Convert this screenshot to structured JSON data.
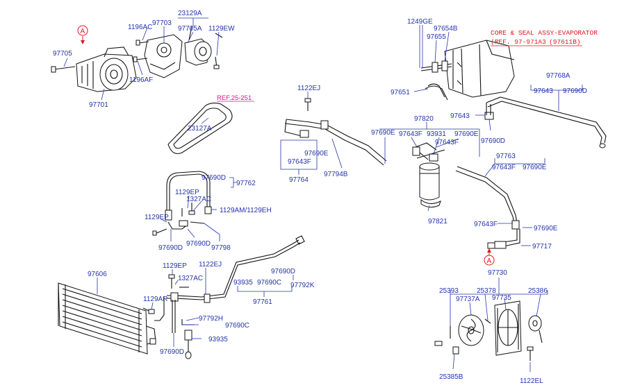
{
  "labels": {
    "p97705": "97705",
    "p1196AC": "1196AC",
    "p97703": "97703",
    "p23129A": "23129A",
    "p97705A": "97705A",
    "p1129EW": "1129EW",
    "p1196AF": "1196AF",
    "p97701": "97701",
    "p23127A": "23127A",
    "p97690D_a": "97690D",
    "p97762": "97762",
    "p1129EP_a": "1129EP",
    "p1327AC_a": "1327AC",
    "p1129AM": "1129AM/1129EH",
    "p1129EP_b": "1129EP",
    "p97690D_b": "97690D",
    "p97690D_c": "97690D",
    "p97798": "97798",
    "p97606": "97606",
    "p1129EP_c": "1129EP",
    "p1327AC_b": "1327AC",
    "p1122EJ_a": "1122EJ",
    "p97690D_d": "97690D",
    "p93935_a": "93935",
    "p97690C_a": "97690C",
    "p97792K": "97792K",
    "p97761": "97761",
    "p1129AR": "1129AR",
    "p97792H": "97792H",
    "p97690C_b": "97690C",
    "p93935_b": "93935",
    "p97690D_e": "97690D",
    "p1122EJ_b": "1122EJ",
    "p97690E_a": "97690E",
    "p97643F_a": "97643F",
    "p97764": "97764",
    "p97794B": "97794B",
    "p1249GE": "1249GE",
    "p97654B": "97654B",
    "p97655": "97655",
    "p97651": "97651",
    "p97820": "97820",
    "p97690E_b": "97690E",
    "p97643F_b": "97643F",
    "p93931": "93931",
    "p97690E_c": "97690E",
    "p97643F_c": "97643F",
    "p97643": "97643",
    "p97690D_f": "97690D",
    "p97768A": "97768A",
    "p97643_b": "97643",
    "p97690D_g": "97690D",
    "p97763": "97763",
    "p97643F_d": "97643F",
    "p97690E_d": "97690E",
    "p97821": "97821",
    "p97643F_e": "97643F",
    "p97690E_e": "97690E",
    "p97717": "97717",
    "p97730": "97730",
    "p25393": "25393",
    "p25378": "25378",
    "p25386": "25386",
    "p97737A": "97737A",
    "p97735": "97735",
    "p25385B": "25385B",
    "p1122EL": "1122EL",
    "markerA_top": "A",
    "markerA_bottom": "A"
  },
  "references": {
    "belt_ref": "REF.25-251",
    "evap_title": "CORE & SEAL ASSY-EVAPORATOR",
    "evap_ref": "(REF. 97-971A3",
    "evap_ref_part": "(97611B)"
  },
  "colors": {
    "label_blue": "#2233aa",
    "ref_red": "#e0151e",
    "ref_magenta": "#d4148c",
    "line_black": "#111111"
  }
}
